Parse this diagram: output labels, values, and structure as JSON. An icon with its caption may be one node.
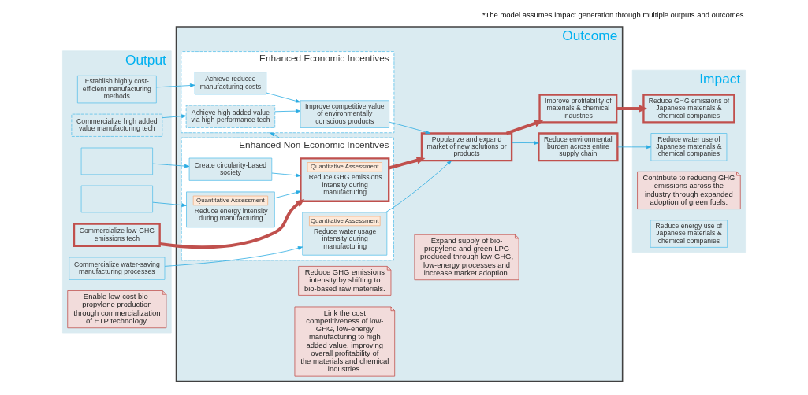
{
  "diagram": {
    "caption": "*The model assumes impact generation through multiple outputs and outcomes.",
    "nodes": [
      {
        "text": [
          "Output"
        ]
      },
      {
        "text": [
          "Commercialize high added value manufacturing tech"
        ],
        "in": 0
      },
      {
        "text": [
          "Establish highly cost-efficient manufacturing methods"
        ],
        "in": 0
      },
      {
        "text": [
          "Commercialize low-GHG emissions tech"
        ],
        "in": 0
      },
      {
        "text": [],
        "shape": "box",
        "in": 0
      },
      {
        "text": [],
        "shape": "box",
        "in": 0
      },
      {
        "text": [
          "Commercialize water-saving manufacturing processes"
        ],
        "in": 0
      },
      {
        "text": [
          "Enable low-cost bio-propylene production through commercialization of ETP technology."
        ],
        "in": 0
      },
      {
        "text": [
          "Outcome"
        ]
      },
      {
        "text": [
          "Enhanced Economic Incentives"
        ],
        "in": 8
      },
      {
        "text": [
          "Achieve high added value via high-performance tech"
        ],
        "in": 9
      },
      {
        "text": [
          "Achieve reduced manufacturing costs"
        ],
        "in": 9
      },
      {
        "text": [
          "Improve competitive value of environmentally conscious products"
        ],
        "in": 9
      },
      {
        "text": [
          "Enhanced Non-Economic Incentives"
        ],
        "in": 8
      },
      {
        "text": [
          "Quantitative Assessment",
          "Reduce GHG emissions intensity during manufacturing"
        ],
        "in": 13
      },
      {
        "text": [
          "Create circularity-based society"
        ],
        "in": 13
      },
      {
        "text": [
          "Quantitative Assessment",
          "Reduce energy intensity during manufacturing"
        ],
        "in": 13
      },
      {
        "text": [
          "Quantitative Assessment",
          "Reduce water usage intensity during manufacturing"
        ],
        "in": 13
      },
      {
        "text": [
          "Reduce GHG emissions intensity by shifting to bio-based raw materials."
        ],
        "in": 8
      },
      {
        "text": [
          "Popularize and expand market of new solutions or products"
        ],
        "in": 8
      },
      {
        "text": [
          "Expand supply of bio-propylene and green LPG produced through low-GHG, low-energy processes and increase market adoption."
        ],
        "in": 8
      },
      {
        "text": [
          "Link the cost competitiveness of low-GHG, low-energy manufacturing to high added value, improving overall profitability of the materials and chemical industries."
        ],
        "in": 8
      },
      {
        "text": [
          "Reduce environmental burden across entire supply chain"
        ],
        "in": 8
      },
      {
        "text": [
          "Improve profitability of materials & chemical industries"
        ],
        "in": 8
      },
      {
        "text": [
          "Impact"
        ]
      },
      {
        "text": [
          "Reduce energy use of Japanese materials & chemical companies"
        ],
        "in": 24
      },
      {
        "text": [
          "Reduce water use of Japanese materials & chemical companies"
        ],
        "in": 24
      },
      {
        "text": [
          "Contribute to reducing GHG emissions across the industry through expanded adoption of green fuels."
        ],
        "in": 24
      },
      {
        "text": [
          "Reduce GHG emissions of Japanese materials & chemical companies"
        ],
        "in": 24
      }
    ],
    "edges": [
      {
        "from": 1,
        "to": 10,
        "arrow": "to"
      },
      {
        "from": 2,
        "to": 11,
        "arrow": "to"
      },
      {
        "from": 10,
        "to": 12,
        "arrow": "to"
      },
      {
        "from": 11,
        "to": 12,
        "arrow": "to"
      },
      {
        "from": 13,
        "to": 9,
        "arrow": "to"
      },
      {
        "from": 3,
        "to": 14,
        "arrow": "to",
        "style": "thick",
        "color": "#c0504d"
      },
      {
        "from": 4,
        "to": 15,
        "arrow": "to"
      },
      {
        "from": 5,
        "to": 16,
        "arrow": "to"
      },
      {
        "from": 6,
        "to": 17,
        "arrow": "to"
      },
      {
        "from": 15,
        "to": 14,
        "arrow": "to"
      },
      {
        "from": 16,
        "to": 14,
        "arrow": "to"
      },
      {
        "from": 12,
        "to": 19,
        "arrow": "to"
      },
      {
        "from": 14,
        "to": 19,
        "arrow": "to",
        "style": "thick",
        "color": "#c0504d"
      },
      {
        "from": 17,
        "to": 19,
        "arrow": "to"
      },
      {
        "from": 19,
        "to": 22,
        "arrow": "to"
      },
      {
        "from": 19,
        "to": 23,
        "arrow": "to",
        "style": "thick",
        "color": "#c0504d"
      },
      {
        "from": 22,
        "to": 26,
        "arrow": "to"
      },
      {
        "from": 23,
        "to": 28,
        "arrow": "to",
        "style": "thick",
        "color": "#c0504d"
      }
    ]
  }
}
